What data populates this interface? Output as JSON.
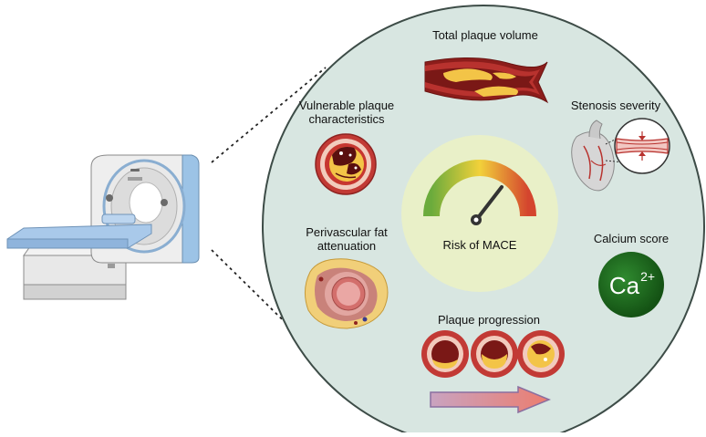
{
  "labels": {
    "total_plaque_volume": "Total plaque volume",
    "vulnerable_plaque_line1": "Vulnerable plaque",
    "vulnerable_plaque_line2": "characteristics",
    "stenosis_severity": "Stenosis severity",
    "perivascular_line1": "Perivascular fat",
    "perivascular_line2": "attenuation",
    "risk_of_mace": "Risk of MACE",
    "calcium_score": "Calcium score",
    "plaque_progression": "Plaque progression"
  },
  "calcium_badge": {
    "element": "Ca",
    "charge": "2+"
  },
  "icons": [
    "ct-scanner-icon",
    "artery-plaque-icon",
    "vulnerable-plaque-icon",
    "heart-stenosis-icon",
    "risk-gauge-icon",
    "perivascular-fat-icon",
    "calcium-badge-icon",
    "plaque-progression-icon",
    "progression-arrow-icon"
  ],
  "colors": {
    "circle_fill": "#d8e6e1",
    "circle_stroke": "#3d4c47",
    "gauge_bg": "#e9f0c8",
    "calcium_green": "#1f6b1f",
    "artery_red": "#b8322e",
    "plaque_yellow": "#f3c447",
    "scanner_blue": "#9cc3e6",
    "arrow_pink": "#e48a8a"
  }
}
